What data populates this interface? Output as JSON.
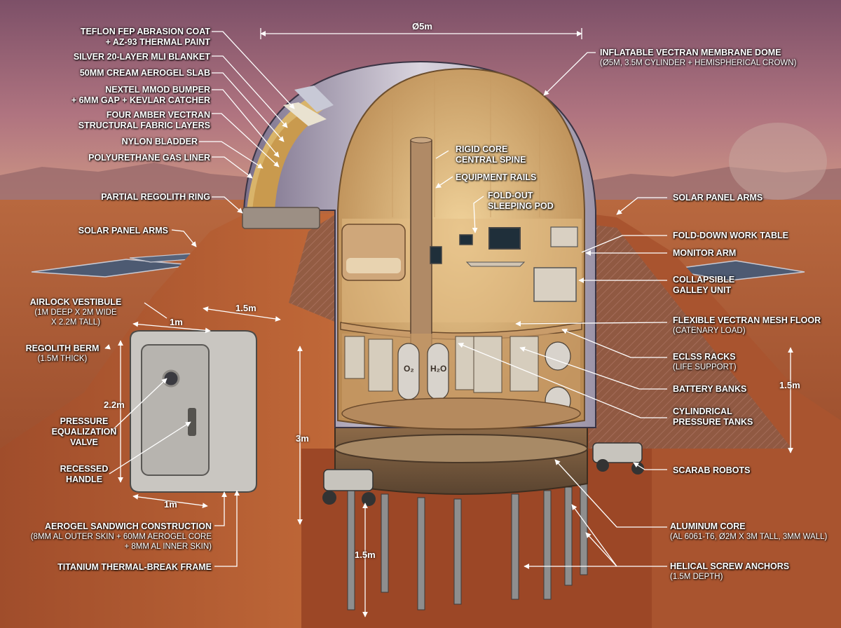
{
  "diagram": {
    "dimensions": {
      "dome_diameter": "Ø5m",
      "berm_width": "1.5m",
      "vestibule_width": "1m",
      "vestibule_height": "2.2m",
      "vestibule_depth": "1m",
      "core_height": "3m",
      "anchor_depth": "1.5m",
      "side_height": "1.5m"
    },
    "labels_left": {
      "teflon": "TEFLON FEP ABRASION COAT",
      "teflon_sub": "+ AZ-93 THERMAL PAINT",
      "mli": "SILVER 20-LAYER MLI BLANKET",
      "aerogel_slab": "50mm CREAM AEROGEL SLAB",
      "nextel": "NEXTEL MMOD BUMPER",
      "nextel_sub": "+ 6mm GAP + KEVLAR CATCHER",
      "vectran_layers": "FOUR AMBER VECTRAN",
      "vectran_layers_sub": "STRUCTURAL FABRIC LAYERS",
      "nylon": "NYLON BLADDER",
      "polyurethane": "POLYURETHANE GAS LINER",
      "regolith_ring": "PARTIAL REGOLITH RING",
      "solar_left": "SOLAR PANEL ARMS",
      "airlock": "AIRLOCK VESTIBULE",
      "airlock_sub1": "(1m DEEP x 2m WIDE",
      "airlock_sub2": "x 2.2m TALL)",
      "berm": "REGOLITH BERM",
      "berm_sub": "(1.5m THICK)",
      "valve1": "PRESSURE",
      "valve2": "EQUALIZATION",
      "valve3": "VALVE",
      "handle1": "RECESSED",
      "handle2": "HANDLE",
      "sandwich": "AEROGEL SANDWICH CONSTRUCTION",
      "sandwich_sub1": "(8mm Al OUTER SKIN + 60mm AEROGEL CORE",
      "sandwich_sub2": "+ 8mm Al INNER SKIN)",
      "titanium": "TITANIUM THERMAL-BREAK FRAME"
    },
    "labels_center": {
      "core1": "RIGID CORE",
      "core2": "CENTRAL SPINE",
      "rails": "EQUIPMENT RAILS",
      "pod1": "FOLD-OUT",
      "pod2": "SLEEPING POD",
      "tank_o2": "O₂",
      "tank_h2o": "H₂O"
    },
    "labels_right": {
      "dome": "INFLATABLE VECTRAN MEMBRANE DOME",
      "dome_sub": "(Ø5m, 3.5m CYLINDER + HEMISPHERICAL CROWN)",
      "solar_right": "SOLAR PANEL ARMS",
      "table": "FOLD-DOWN WORK TABLE",
      "monitor": "MONITOR ARM",
      "galley1": "COLLAPSIBLE",
      "galley2": "GALLEY UNIT",
      "floor": "FLEXIBLE VECTRAN MESH FLOOR",
      "floor_sub": "(CATENARY LOAD)",
      "eclss": "ECLSS RACKS",
      "eclss_sub": "(LIFE SUPPORT)",
      "battery": "BATTERY BANKS",
      "tanks1": "CYLINDRICAL",
      "tanks2": "PRESSURE TANKS",
      "scarab": "SCARAB ROBOTS",
      "aluminum": "ALUMINUM CORE",
      "aluminum_sub": "(Al 6061-T6, Ø2m x 3m TALL, 3mm WALL)",
      "anchors": "HELICAL SCREW ANCHORS",
      "anchors_sub": "(1.5m DEPTH)"
    }
  },
  "colors": {
    "sky_top": "#8a5a6e",
    "sky_horizon": "#c9887a",
    "ground": "#a9552e",
    "berm": "#9c4a2a",
    "dome_interior": "#d9b27a",
    "dome_shell": "#e7dcc8",
    "label_text": "#ffffff"
  }
}
